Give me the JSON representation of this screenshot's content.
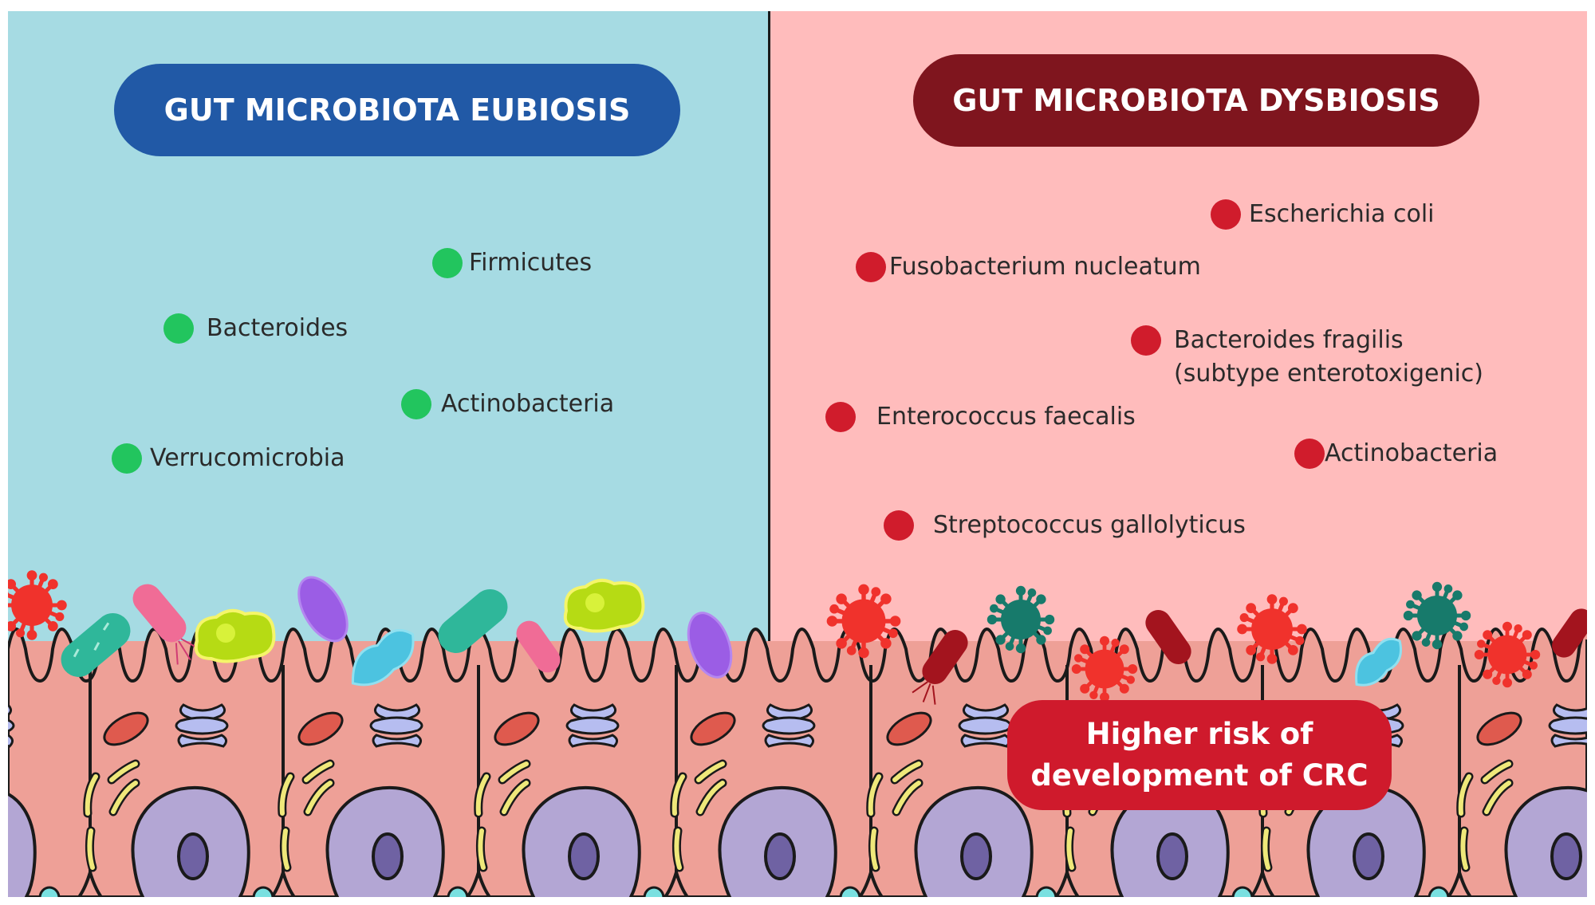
{
  "colors": {
    "eubiosis_bg": "#a6dbe3",
    "dysbiosis_bg": "#ffbcbc",
    "eubiosis_pill": "#2159a6",
    "dysbiosis_pill": "#7f151e",
    "green_dot": "#22c55e",
    "red_dot": "#d01c2c",
    "cell_fill": "#eea097",
    "risk_pill": "#cf1a2c"
  },
  "eubiosis": {
    "title": "GUT MICROBIOTA EUBIOSIS",
    "bacteria": [
      {
        "label": "Firmicutes"
      },
      {
        "label": "Bacteroides"
      },
      {
        "label": "Actinobacteria"
      },
      {
        "label": "Verrucomicrobia"
      }
    ]
  },
  "dysbiosis": {
    "title": "GUT MICROBIOTA DYSBIOSIS",
    "bacteria": [
      {
        "label": "Escherichia coli"
      },
      {
        "label": "Fusobacterium nucleatum"
      },
      {
        "label": "Bacteroides fragilis"
      },
      {
        "label": "(subtype enterotoxigenic)"
      },
      {
        "label": "Enterococcus faecalis"
      },
      {
        "label": "Actinobacteria"
      },
      {
        "label": "Streptococcus gallolyticus"
      }
    ]
  },
  "risk": {
    "line1": "Higher risk of",
    "line2": "development of CRC"
  }
}
